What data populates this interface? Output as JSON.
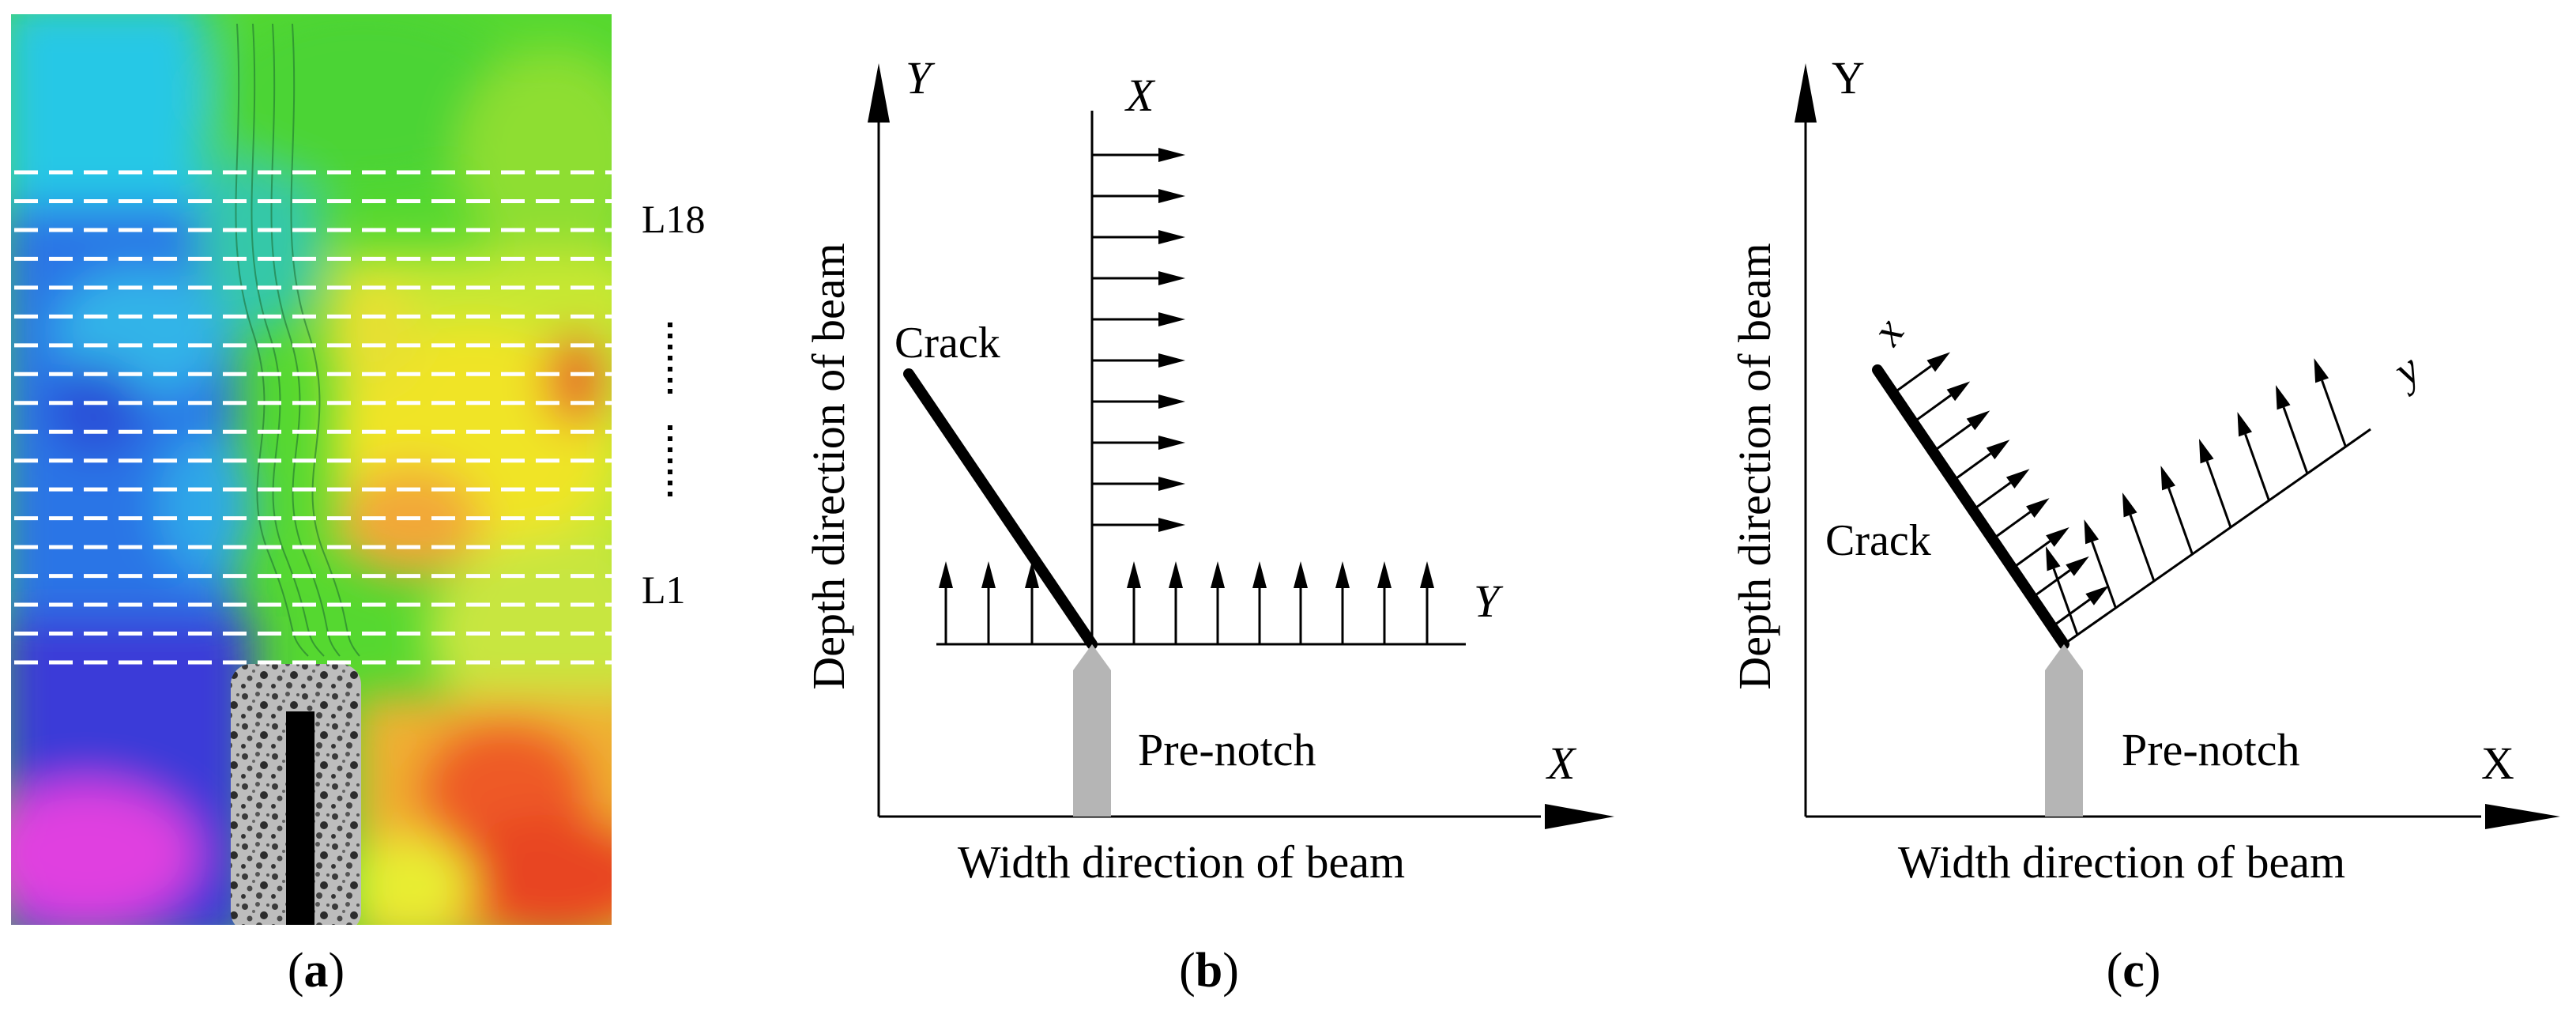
{
  "panel_a": {
    "top_line_label": "L18",
    "bottom_line_label": "L1",
    "caption_letter": "a"
  },
  "panel_b": {
    "y_axis_label": "Y",
    "x_axis_label": "X",
    "top_axis_label": "X",
    "right_axis_label": "Y",
    "crack_label": "Crack",
    "notch_label": "Pre-notch",
    "vertical_axis_title": "Depth direction of beam",
    "horizontal_axis_title": "Width direction of beam",
    "caption_letter": "b"
  },
  "panel_c": {
    "y_axis_label": "Y",
    "x_axis_label": "X",
    "local_x_label": "x",
    "local_y_label": "y",
    "crack_label": "Crack",
    "notch_label": "Pre-notch",
    "vertical_axis_title": "Depth direction of beam",
    "horizontal_axis_title": "Width direction of beam",
    "caption_letter": "c"
  },
  "colors": {
    "notch_gray": "#b5b5b5",
    "dash_white": "#ffffff",
    "ink": "#000000"
  }
}
